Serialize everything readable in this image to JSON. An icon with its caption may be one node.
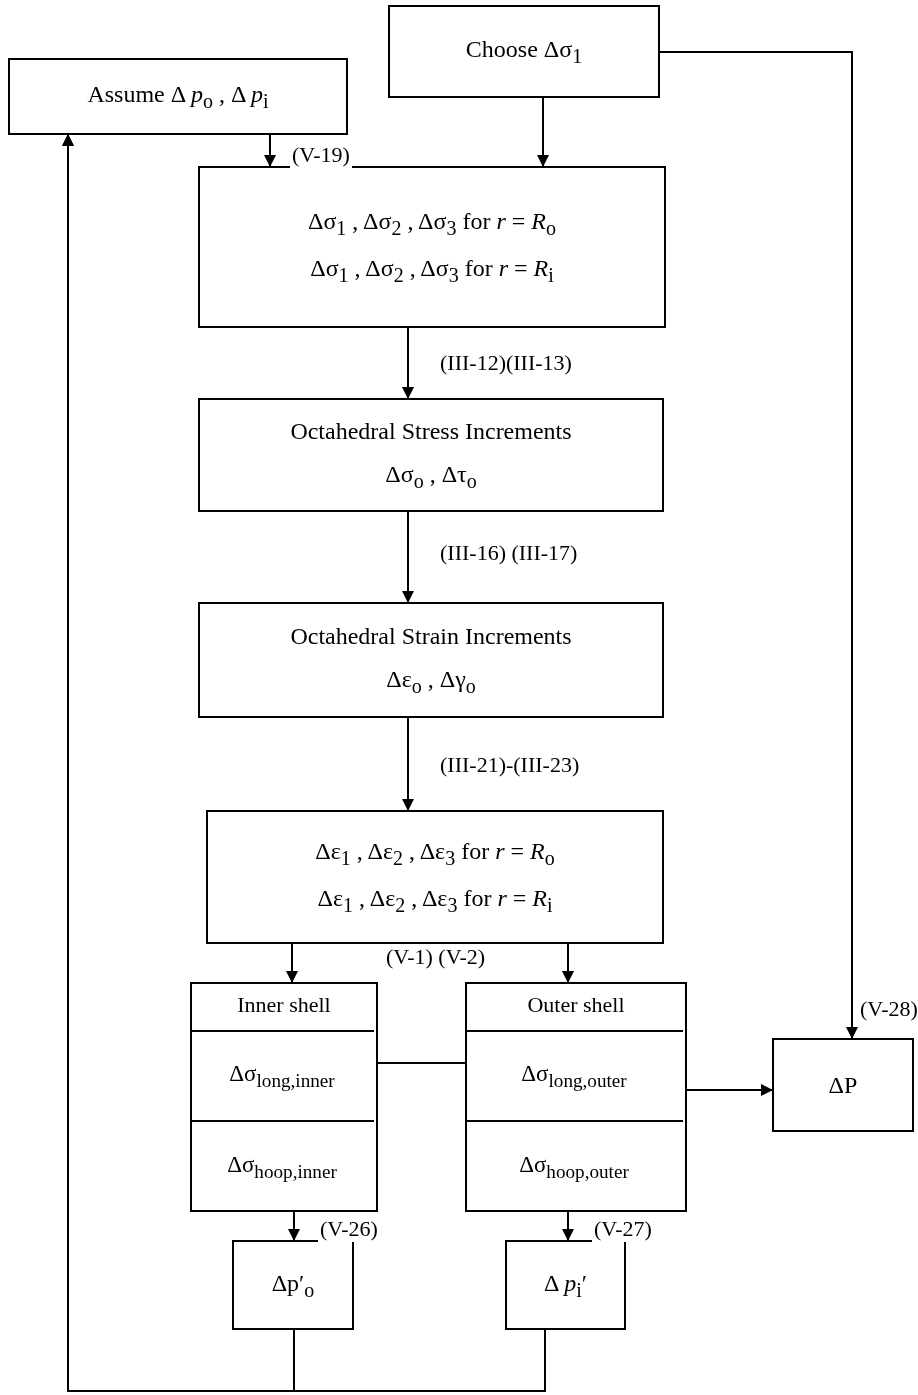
{
  "diagram": {
    "nodes": [
      {
        "text": [
          "Choose Δσ$_{1}$"
        ]
      },
      {
        "text": [
          "Assume Δ *p*$_{o}$ , Δ *p*$_{i}$"
        ]
      },
      {
        "text": [
          "Δσ$_{1}$ , Δσ$_{2}$ , Δσ$_{3}$  for  *r* = *R*$_{o}$",
          "Δσ$_{1}$ , Δσ$_{2}$ , Δσ$_{3}$  for  *r* = *R*$_{i}$"
        ]
      },
      {
        "text": [
          "Octahedral Stress Increments",
          "Δσ$_{o}$ , Δτ$_{o}$"
        ]
      },
      {
        "text": [
          "Octahedral Strain Increments",
          "Δε$_{o}$ , Δγ$_{o}$"
        ]
      },
      {
        "text": [
          "Δε$_{1}$ , Δε$_{2}$ , Δε$_{3}$   for  *r* = *R*$_{o}$",
          "Δε$_{1}$ , Δε$_{2}$ , Δε$_{3}$   for  *r* = *R*$_{i}$"
        ]
      },
      {
        "text": [
          "Inner shell"
        ]
      },
      {
        "text": [
          "Δσ$_{long,inner}$"
        ],
        "in": 6
      },
      {
        "text": [
          "Δσ$_{hoop,inner}$"
        ],
        "in": 6
      },
      {
        "text": [
          "Outer shell"
        ]
      },
      {
        "text": [
          "Δσ$_{long,outer}$"
        ],
        "in": 9
      },
      {
        "text": [
          "Δσ$_{hoop,outer}$"
        ],
        "in": 9
      },
      {
        "text": [
          "ΔP"
        ]
      },
      {
        "text": [
          "Δp′$_{o}$"
        ]
      },
      {
        "text": [
          "Δ *p*$_{i}$′"
        ]
      }
    ],
    "edges": [
      {
        "from": 1,
        "to": 2,
        "arrow": "to",
        "label": "(V-19)"
      },
      {
        "from": 0,
        "to": 2,
        "arrow": "to"
      },
      {
        "from": 0,
        "to": 12,
        "arrow": "to",
        "label": "(V-28)"
      },
      {
        "from": 2,
        "to": 3,
        "arrow": "to",
        "label": "(III-12)(III-13)"
      },
      {
        "from": 3,
        "to": 4,
        "arrow": "to",
        "label": "(III-16) (III-17)"
      },
      {
        "from": 4,
        "to": 5,
        "arrow": "to",
        "label": "(III-21)-(III-23)"
      },
      {
        "from": 5,
        "to": 6,
        "arrow": "to"
      },
      {
        "from": 5,
        "to": 9,
        "arrow": "to"
      },
      {
        "from": 7,
        "to": 10,
        "arrow": "none"
      },
      {
        "from": 10,
        "to": 12,
        "arrow": "to"
      },
      {
        "from": 6,
        "to": 13,
        "arrow": "to",
        "label": "(V-26)"
      },
      {
        "from": 9,
        "to": 14,
        "arrow": "to",
        "label": "(V-27)"
      },
      {
        "from": 13,
        "to": 1,
        "arrow": "to"
      },
      {
        "from": 14,
        "to": 1,
        "arrow": "to"
      }
    ],
    "labels": [
      "(V-1) (V-2)"
    ]
  }
}
